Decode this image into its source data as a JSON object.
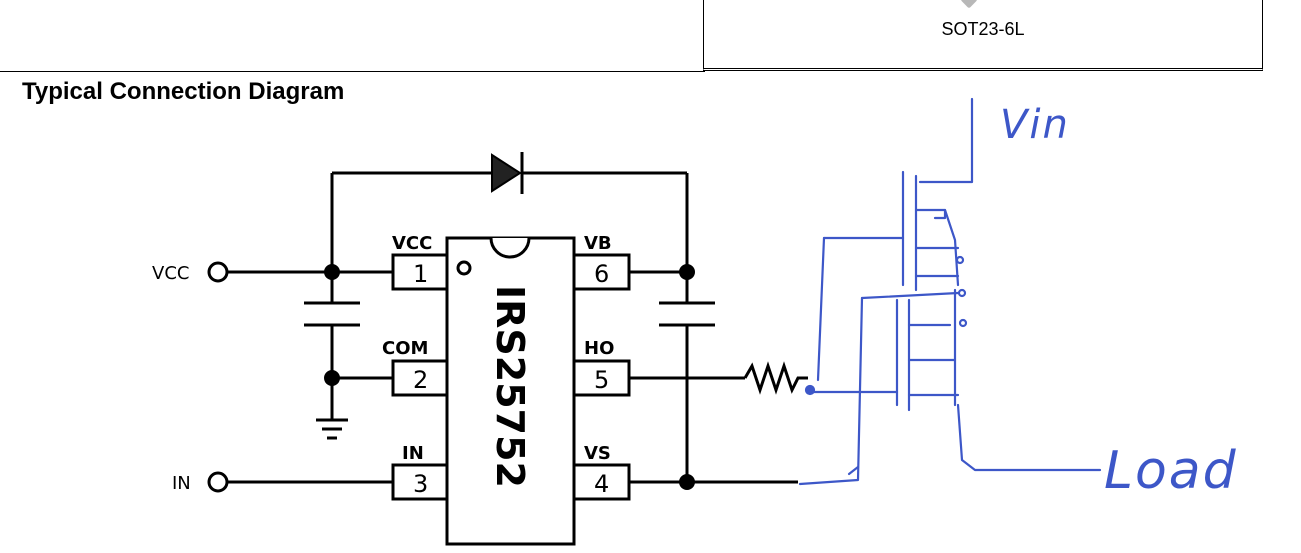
{
  "package": {
    "label": "SOT23-6L"
  },
  "section": {
    "title": "Typical Connection Diagram"
  },
  "chip": {
    "name": "IRS25752"
  },
  "terminals": {
    "vcc": "VCC",
    "in": "IN"
  },
  "pins": [
    {
      "number": "1",
      "name": "VCC"
    },
    {
      "number": "2",
      "name": "COM"
    },
    {
      "number": "3",
      "name": "IN"
    },
    {
      "number": "6",
      "name": "VB"
    },
    {
      "number": "5",
      "name": "HO"
    },
    {
      "number": "4",
      "name": "VS"
    }
  ],
  "handwritten": {
    "vin": "Vin",
    "load": "Load"
  },
  "colors": {
    "line": "#000000",
    "handwriting": "#3d57c8",
    "chip_fill": "#b8b8b8"
  }
}
